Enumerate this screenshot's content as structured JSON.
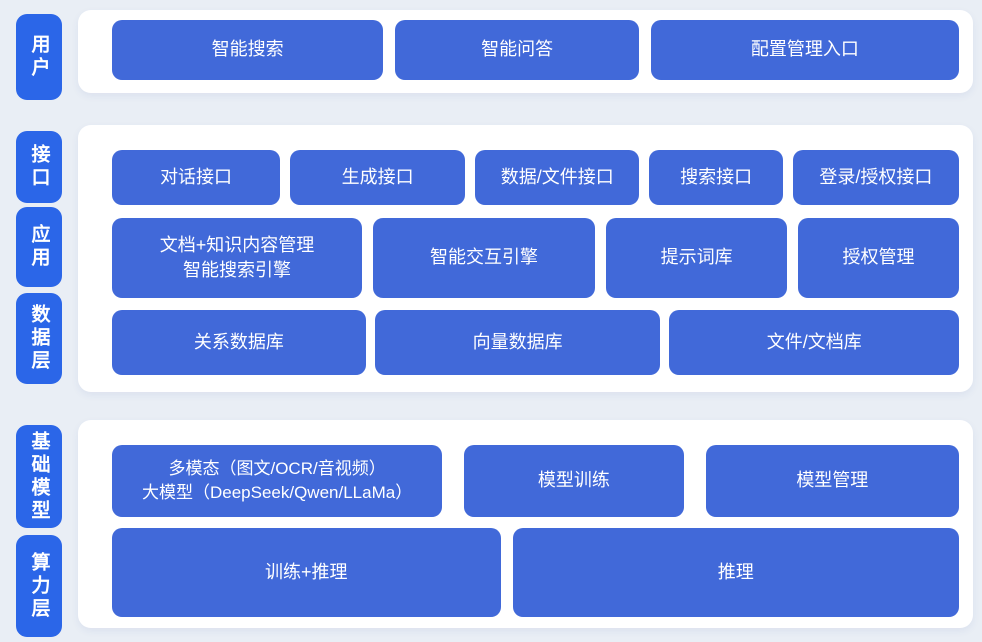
{
  "colors": {
    "page_background": "#e9eef5",
    "panel_background": "#ffffff",
    "rail_label_blue": "#2b66e8",
    "button_blue": "#4169d9",
    "text_white": "#ffffff"
  },
  "sections": [
    {
      "rail": [
        {
          "label": "用户"
        }
      ],
      "rows": [
        {
          "buttons": [
            {
              "label": "智能搜索"
            },
            {
              "label": "智能问答"
            },
            {
              "label": "配置管理入口"
            }
          ]
        }
      ]
    },
    {
      "rail": [
        {
          "label": "接口"
        },
        {
          "label": "应用"
        },
        {
          "label": "数据层"
        }
      ],
      "rows": [
        {
          "buttons": [
            {
              "label": "对话接口"
            },
            {
              "label": "生成接口"
            },
            {
              "label": "数据/文件接口"
            },
            {
              "label": "搜索接口"
            },
            {
              "label": "登录/授权接口"
            }
          ]
        },
        {
          "buttons": [
            {
              "label": "文档+知识内容管理\n智能搜索引擎"
            },
            {
              "label": "智能交互引擎"
            },
            {
              "label": "提示词库"
            },
            {
              "label": "授权管理"
            }
          ]
        },
        {
          "buttons": [
            {
              "label": "关系数据库"
            },
            {
              "label": "向量数据库"
            },
            {
              "label": "文件/文档库"
            }
          ]
        }
      ]
    },
    {
      "rail": [
        {
          "label": "基础模型"
        },
        {
          "label": "算力层"
        }
      ],
      "rows": [
        {
          "buttons": [
            {
              "label": "多模态（图文/OCR/音视频）\n大模型（DeepSeek/Qwen/LLaMa）"
            },
            {
              "label": "模型训练"
            },
            {
              "label": "模型管理"
            }
          ]
        },
        {
          "buttons": [
            {
              "label": "训练+推理"
            },
            {
              "label": "推理"
            }
          ]
        }
      ]
    }
  ]
}
